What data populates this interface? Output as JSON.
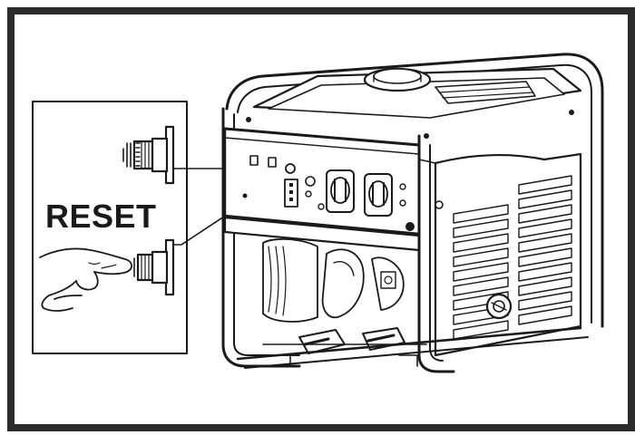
{
  "labels": {
    "reset": "RESET"
  },
  "colors": {
    "ink": "#1a1a1a",
    "frame": "#2b2b2b",
    "paper": "#ffffff",
    "shade": "#bdbdbd",
    "dark_fill": "#333333"
  },
  "parts": {
    "generator": "generator-illustration",
    "inset": "reset-button-detail-inset",
    "hand": "finger-pressing-icon"
  }
}
